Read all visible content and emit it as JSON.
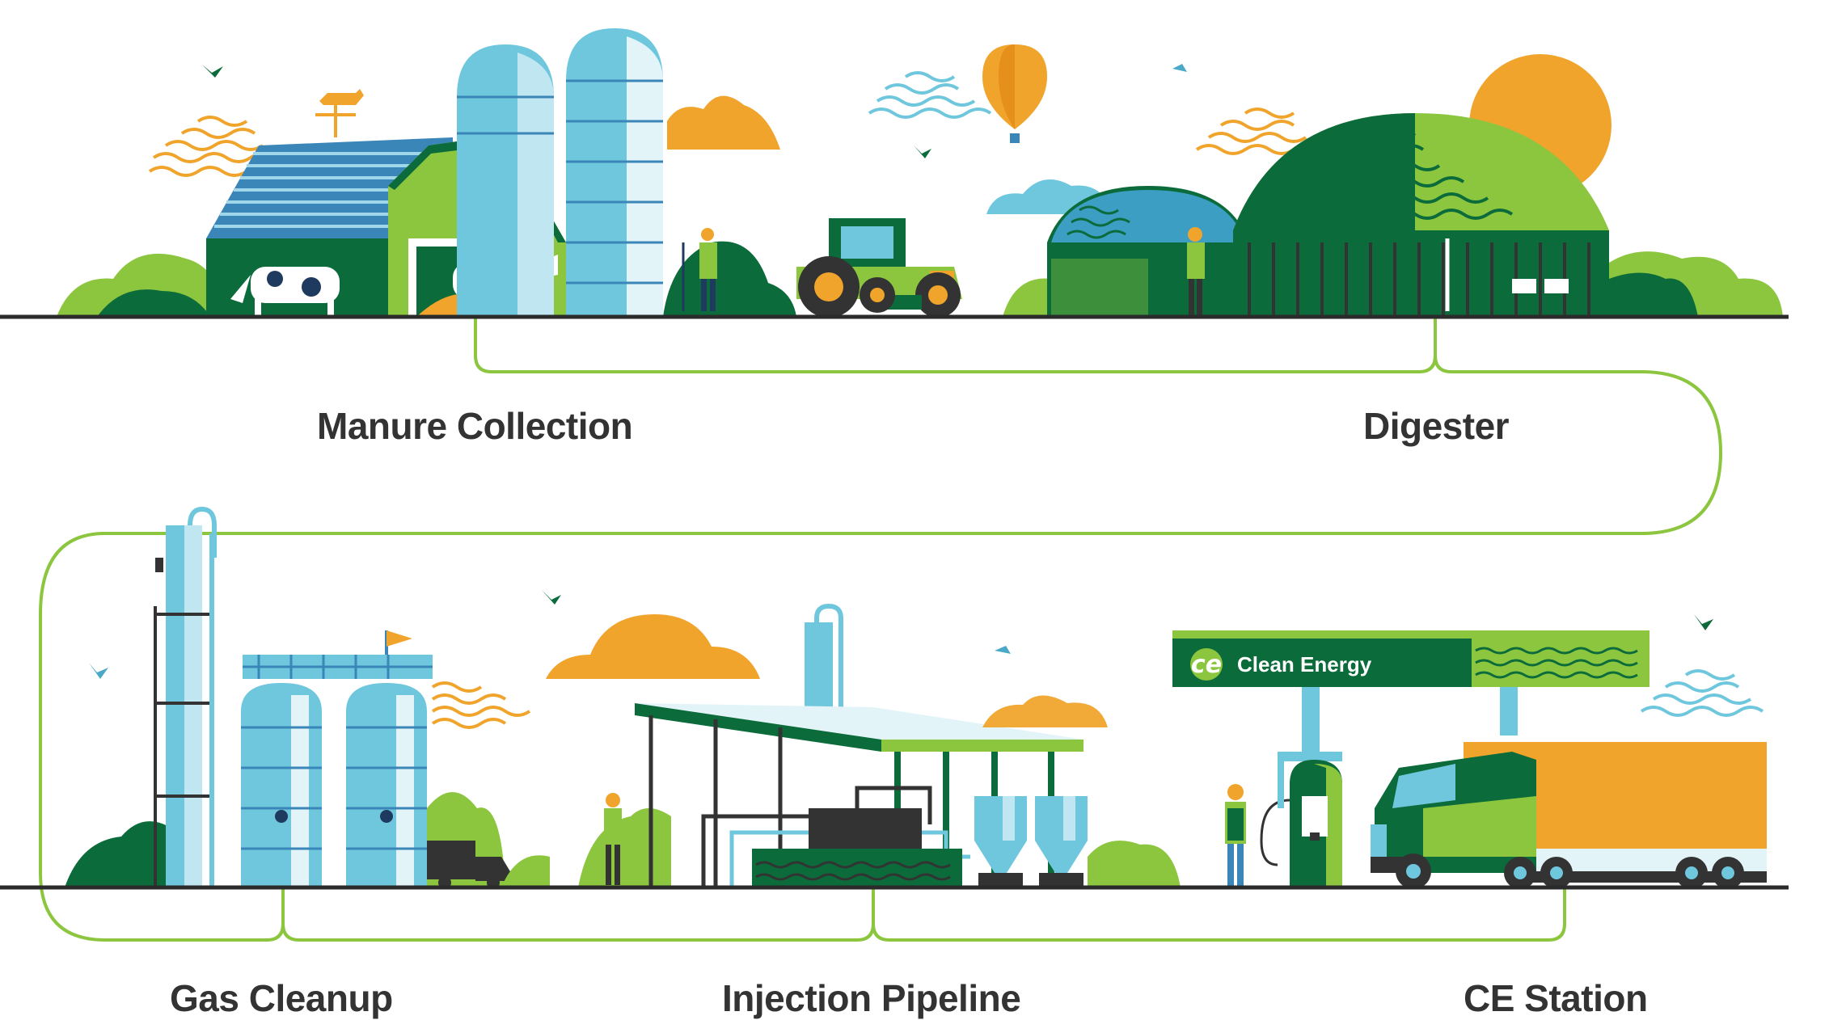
{
  "stages": {
    "manure_collection": "Manure Collection",
    "digester": "Digester",
    "gas_cleanup": "Gas Cleanup",
    "injection_pipeline": "Injection Pipeline",
    "ce_station": "CE Station"
  },
  "station_sign": {
    "logo": "ce",
    "brand": "Clean Energy"
  },
  "colors": {
    "dark_green": "#0b6b3a",
    "lime_green": "#8cc63f",
    "light_blue": "#6fc7de",
    "orange": "#f0a42c",
    "outline_green": "#8cc63f",
    "ground": "#2b2b2b"
  }
}
